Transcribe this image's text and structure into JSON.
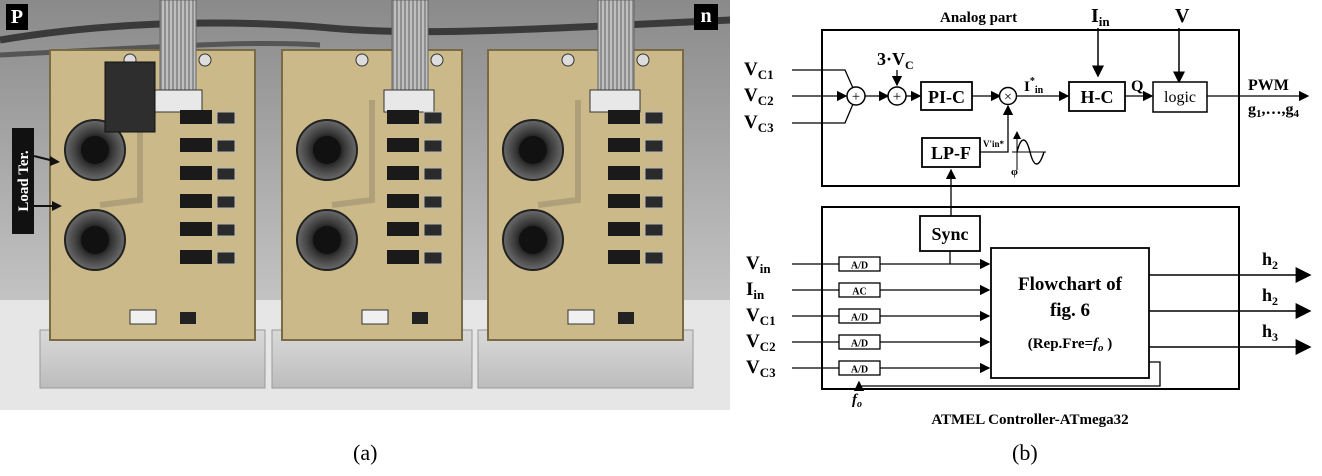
{
  "photo": {
    "corner_left": "P",
    "corner_right": "n",
    "side_label": "Load Ter."
  },
  "diagram": {
    "analog_title": "Analog part",
    "top_input_1": "I",
    "top_input_1_sub": "in",
    "top_input_2": "V",
    "inputs": [
      {
        "main": "V",
        "sub": "C1"
      },
      {
        "main": "V",
        "sub": "C2"
      },
      {
        "main": "V",
        "sub": "C3"
      }
    ],
    "gain_label": "3·V",
    "gain_sub": "C",
    "pi_block": "PI-C",
    "iref_label": "I",
    "iref_sup": "*",
    "iref_sub": "in",
    "hc_block": "H-C",
    "q_label": "Q",
    "logic_block": "logic",
    "pwm_label": "PWM",
    "gates_label": "g",
    "gates_sub_1": "1",
    "gates_mid": ",…,",
    "gates_sub_2": "4",
    "lpf_block": "LP-F",
    "lpf_out_label": "V'in*",
    "phi_label": "φ",
    "sync_block": "Sync",
    "controller_inputs": [
      {
        "main": "V",
        "sub": "in",
        "conv": "A/D"
      },
      {
        "main": "I",
        "sub": "in",
        "conv": "AC"
      },
      {
        "main": "V",
        "sub": "C1",
        "conv": "A/D"
      },
      {
        "main": "V",
        "sub": "C2",
        "conv": "A/D"
      },
      {
        "main": "V",
        "sub": "C3",
        "conv": "A/D"
      }
    ],
    "flowchart_line1": "Flowchart of",
    "flowchart_line2": "fig. 6",
    "flowchart_line3_pre": "(Rep.Fre=",
    "flowchart_line3_var": "f",
    "flowchart_line3_sub": "o",
    "flowchart_line3_post": " )",
    "outputs": [
      {
        "main": "h",
        "sub": "2"
      },
      {
        "main": "h",
        "sub": "2"
      },
      {
        "main": "h",
        "sub": "3"
      }
    ],
    "fo_label": "f",
    "fo_sub": "o",
    "controller_title": "ATMEL Controller-ATmega32"
  },
  "captions": {
    "left": "(a)",
    "right": "(b)"
  }
}
